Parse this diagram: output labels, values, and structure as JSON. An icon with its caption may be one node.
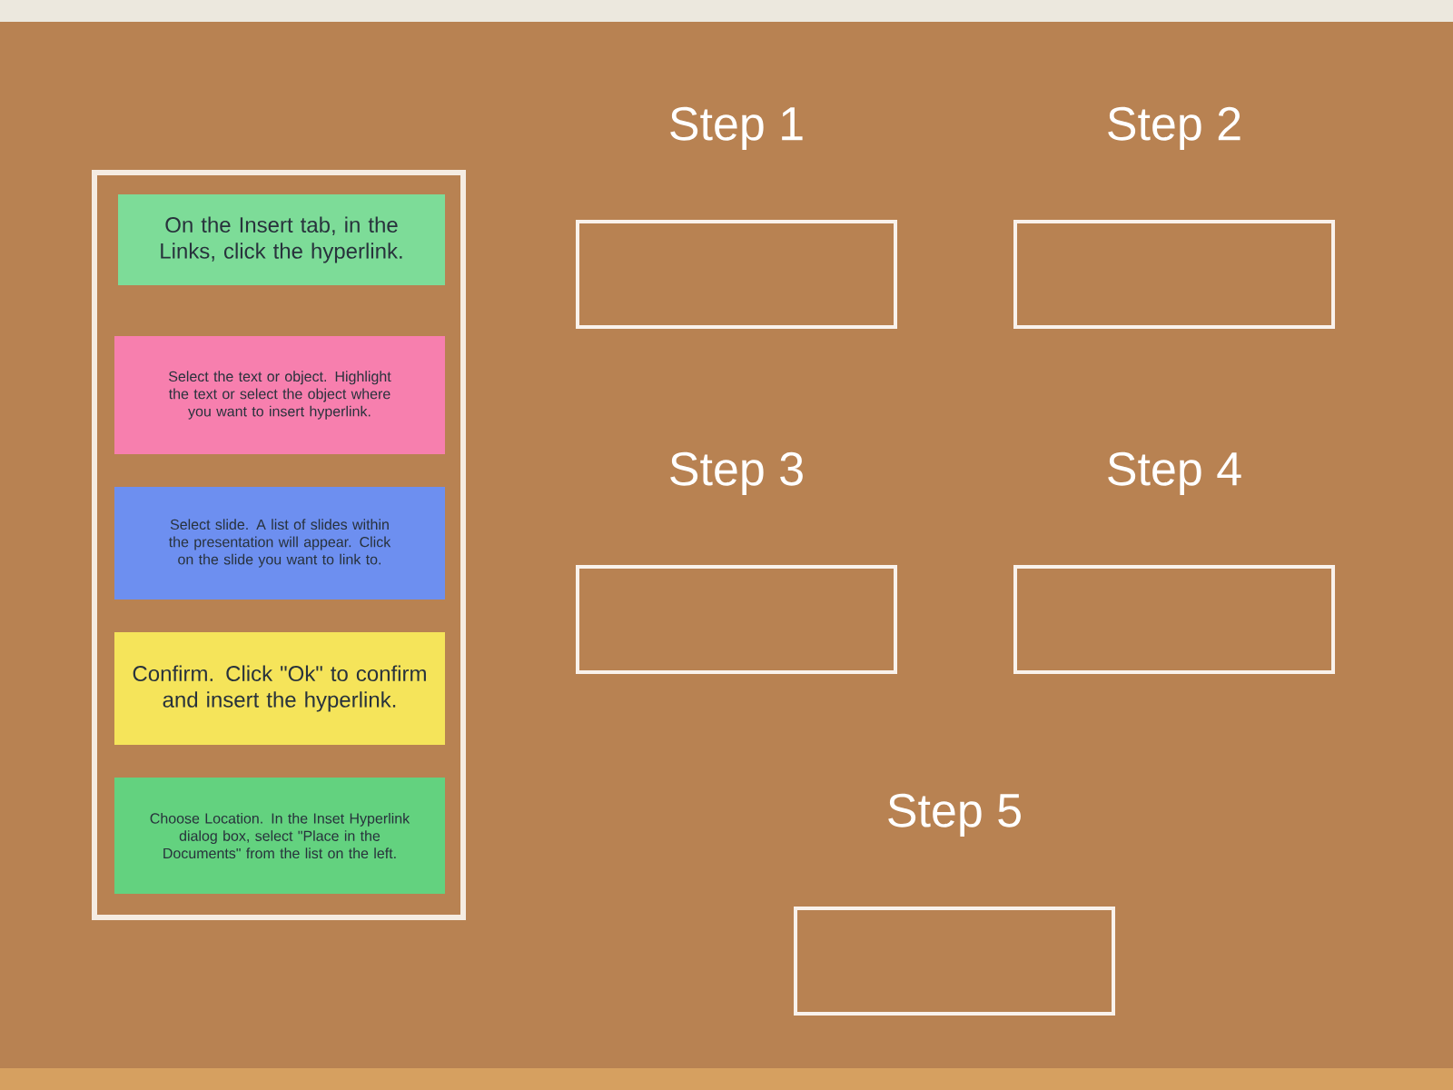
{
  "diagram": {
    "nodes": [
      {
        "text": [],
        "shape": "box"
      },
      {
        "text": [
          "On the Insert tab, in the Links, click the hyperlink."
        ],
        "in": 0
      },
      {
        "text": [
          "Select the text or object. Highlight the text or select the object where you want to insert hyperlink."
        ],
        "in": 0
      },
      {
        "text": [
          "Select slide. A list of slides within the presentation will appear. Click on the slide you want to link to."
        ],
        "in": 0
      },
      {
        "text": [
          "Confirm. Click \"Ok\" to confirm and insert the hyperlink."
        ],
        "in": 0
      },
      {
        "text": [
          "Choose Location. In the Inset Hyperlink dialog box, select \"Place in the Documents\" from the list on the left."
        ],
        "in": 0
      },
      {
        "text": [
          "Step 1"
        ]
      },
      {
        "text": [
          "Step 2"
        ]
      },
      {
        "text": [
          "Step 3"
        ]
      },
      {
        "text": [
          "Step 4"
        ]
      },
      {
        "text": [
          "Step 5"
        ]
      }
    ]
  }
}
